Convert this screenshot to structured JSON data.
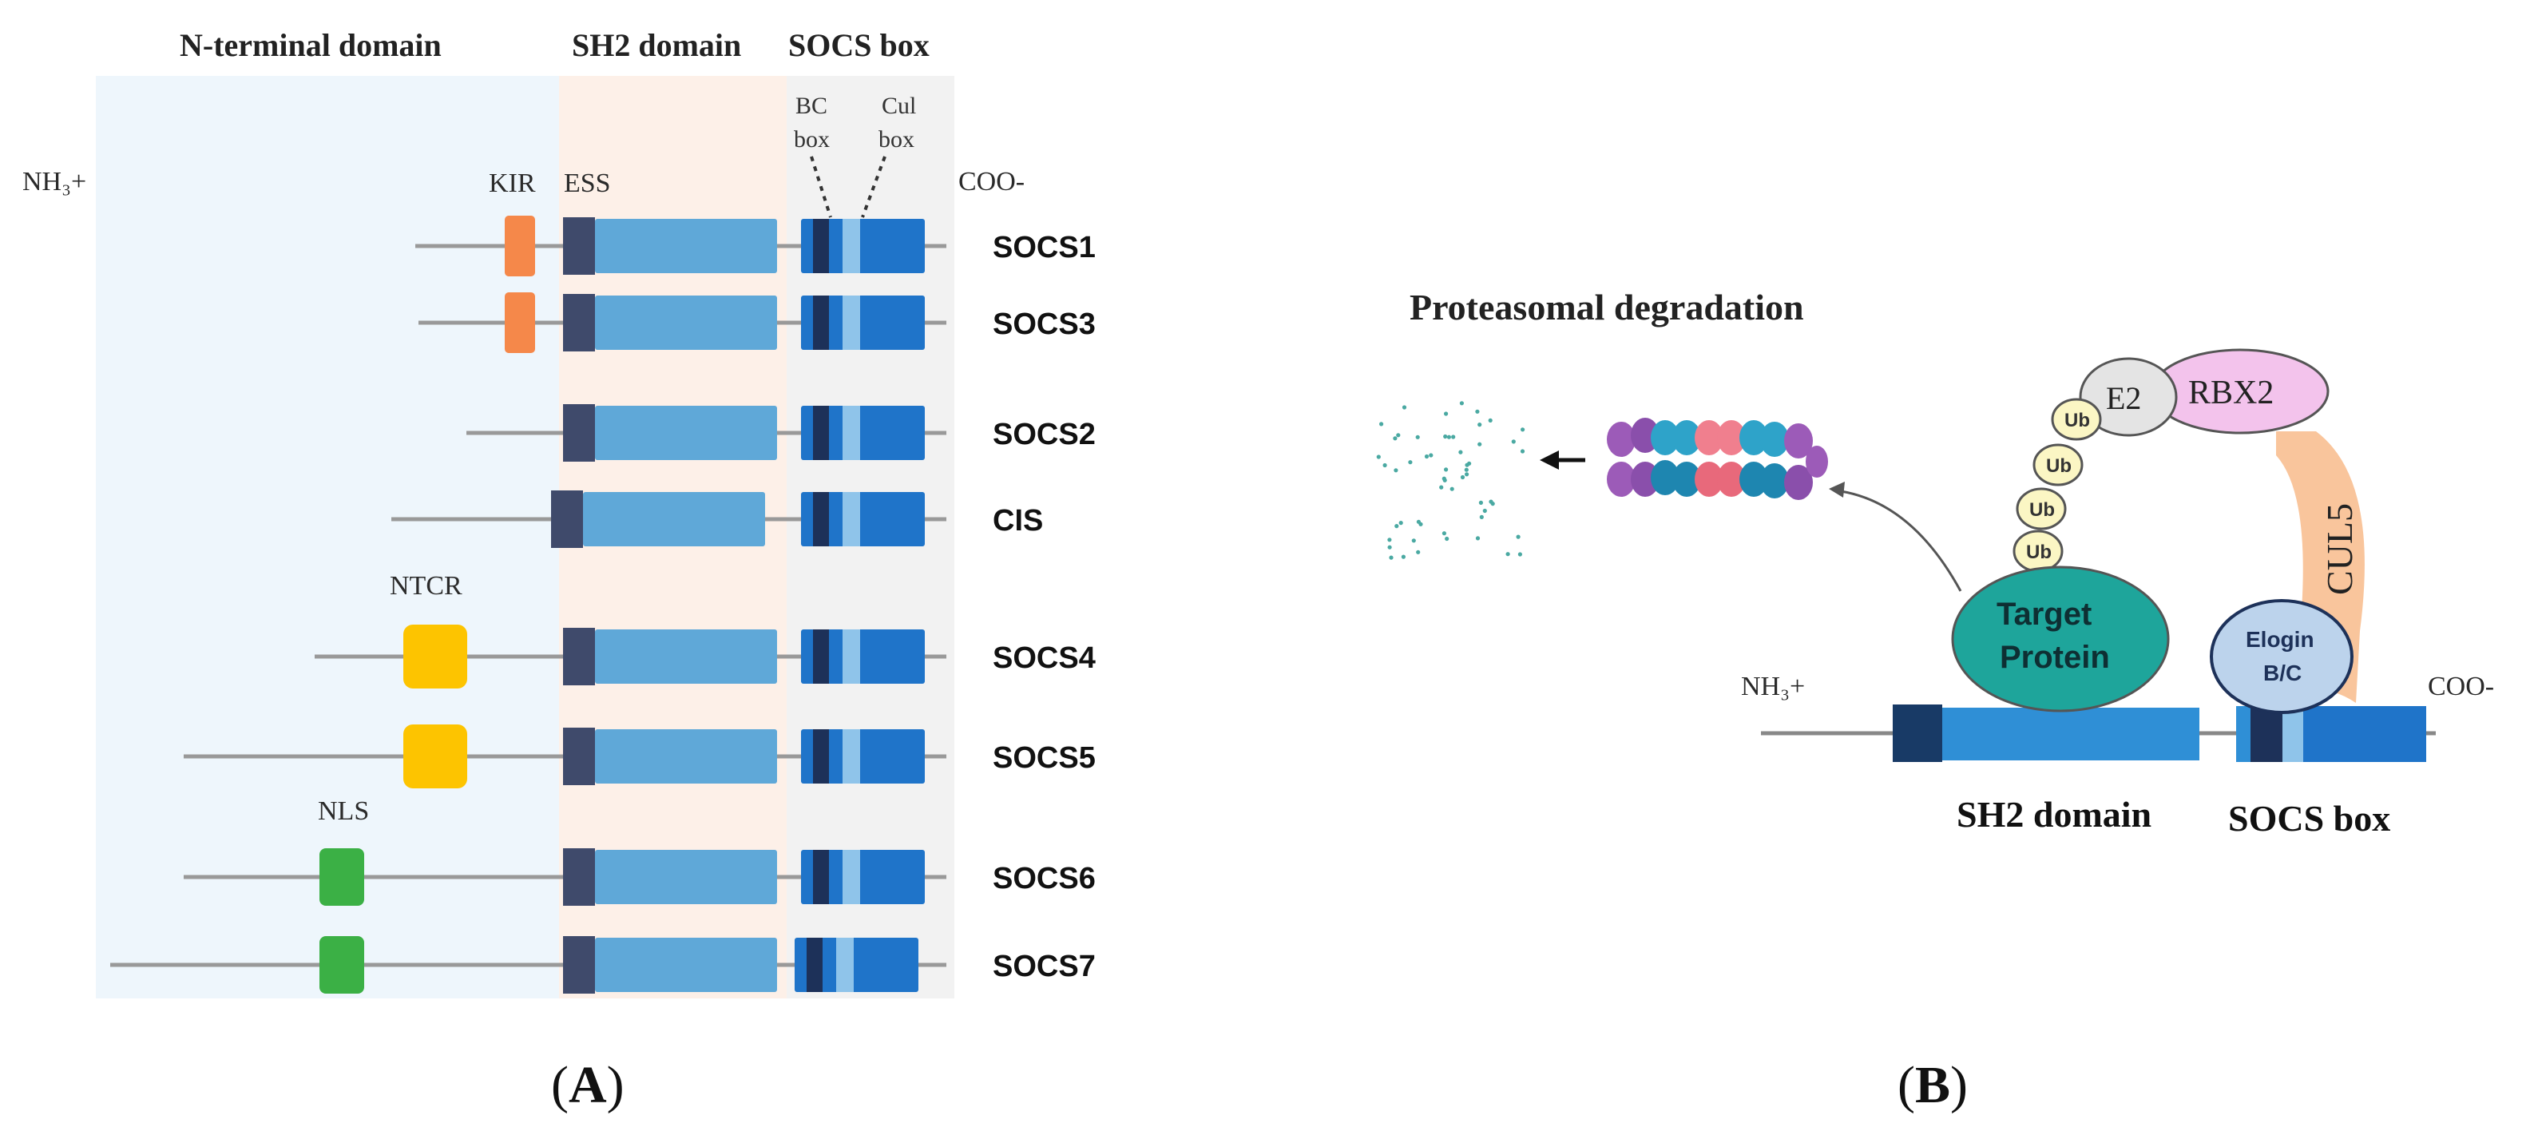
{
  "panel_a": {
    "label_open": "(",
    "label_letter": "A",
    "label_close": ")",
    "headers": {
      "n_terminal": "N-terminal domain",
      "sh2": "SH2 domain",
      "socs_box": "SOCS box"
    },
    "ends": {
      "n": "NH₃+",
      "c": "COO-"
    },
    "motif_labels": {
      "kir": "KIR",
      "ess": "ESS",
      "bc_box": [
        "BC",
        "box"
      ],
      "cul_box": [
        "Cul",
        "box"
      ],
      "ntcr": "NTCR",
      "nls": "NLS"
    },
    "proteins": [
      "SOCS1",
      "SOCS3",
      "SOCS2",
      "CIS",
      "SOCS4",
      "SOCS5",
      "SOCS6",
      "SOCS7"
    ],
    "colors": {
      "n_terminal_bg": "#eef6fc",
      "sh2_bg": "#fdf0e8",
      "socs_bg": "#f2f2f2",
      "kir": "#f5884a",
      "ntcr": "#fdc400",
      "nls": "#3bb045",
      "ess": "#3f4a6b",
      "sh2": "#5fa8d8",
      "socs": "#1f74c9",
      "bc": "#1d3159",
      "cul_light": "#8fc4ea"
    }
  },
  "panel_b": {
    "label_open": "(",
    "label_letter": "B",
    "label_close": ")",
    "title": "Proteasomal degradation",
    "ends": {
      "n": "NH₃+",
      "c": "COO-"
    },
    "target": [
      "Target",
      "Protein"
    ],
    "elongin": [
      "Elogin",
      "B/C"
    ],
    "ub": "Ub",
    "e2": "E2",
    "rbx2": "RBX2",
    "cul5": "CUL5",
    "sh2_label": "SH2 domain",
    "socs_label": "SOCS box",
    "colors": {
      "target": "#1ea59b",
      "elongin": "#bcd3ec",
      "ub": "#fbf6c4",
      "e2": "#e4e4e4",
      "rbx2": "#f3c3ec",
      "cul5": "#f9c59c"
    }
  }
}
